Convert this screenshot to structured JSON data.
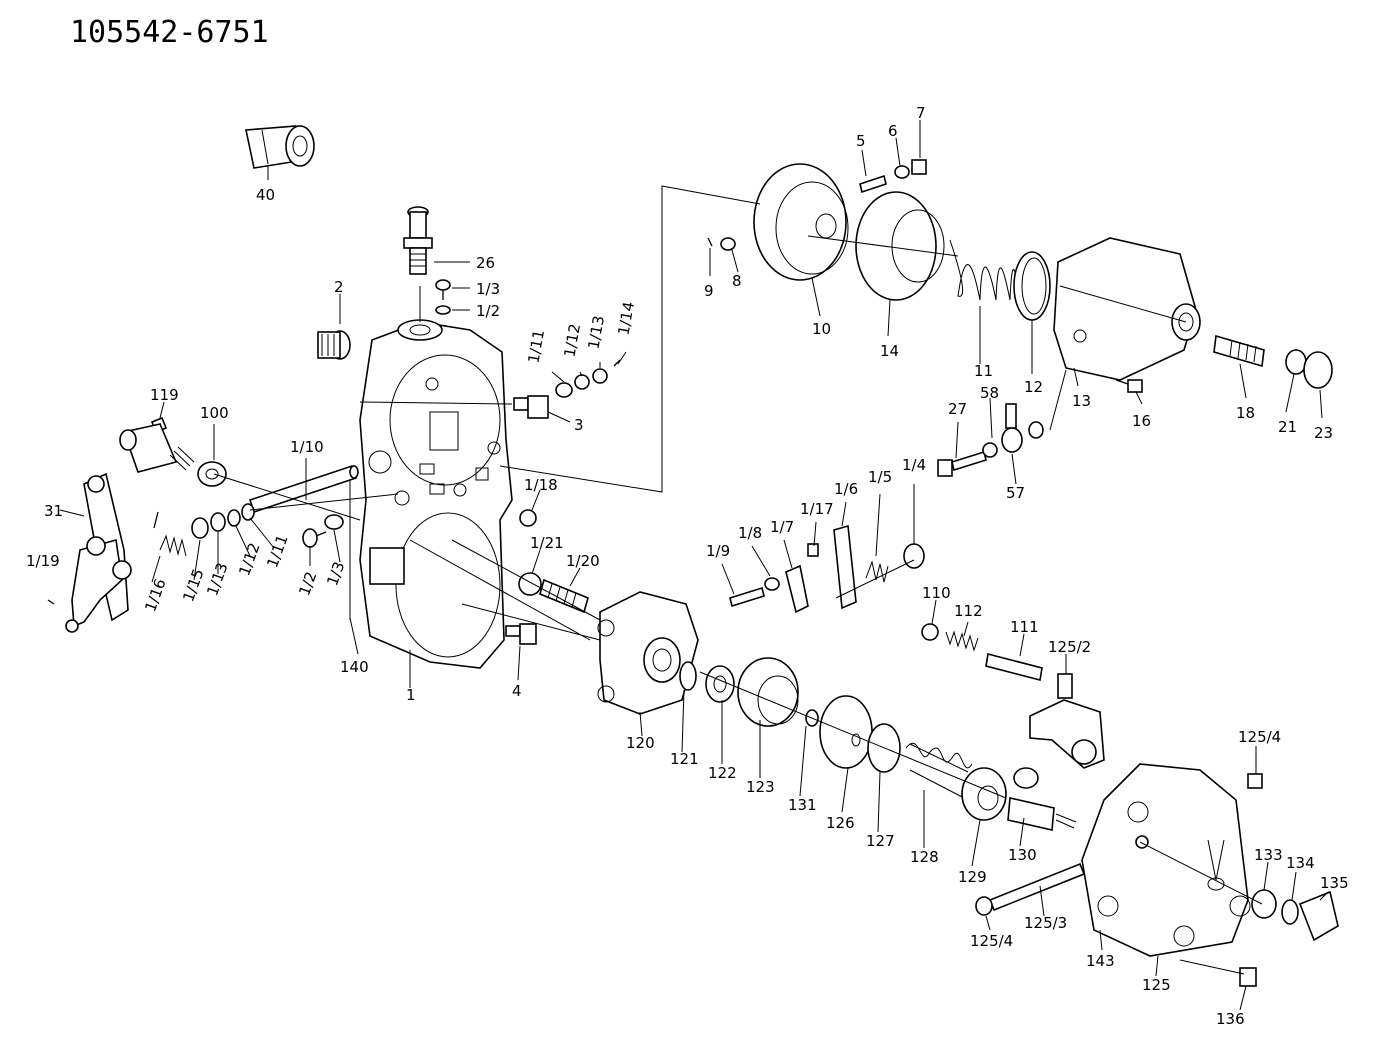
{
  "header": {
    "part_number": "105542-6751"
  },
  "callouts": [
    {
      "id": "c-40",
      "text": "40"
    },
    {
      "id": "c-26",
      "text": "26"
    },
    {
      "id": "c-1-3a",
      "text": "1/3"
    },
    {
      "id": "c-1-2a",
      "text": "1/2"
    },
    {
      "id": "c-2",
      "text": "2"
    },
    {
      "id": "c-1-11a",
      "text": "1/11"
    },
    {
      "id": "c-1-12a",
      "text": "1/12"
    },
    {
      "id": "c-1-13a",
      "text": "1/13"
    },
    {
      "id": "c-1-14",
      "text": "1/14"
    },
    {
      "id": "c-3",
      "text": "3"
    },
    {
      "id": "c-119",
      "text": "119"
    },
    {
      "id": "c-100",
      "text": "100"
    },
    {
      "id": "c-1-10",
      "text": "1/10"
    },
    {
      "id": "c-31",
      "text": "31"
    },
    {
      "id": "c-1-19",
      "text": "1/19"
    },
    {
      "id": "c-1-16",
      "text": "1/16"
    },
    {
      "id": "c-1-15",
      "text": "1/15"
    },
    {
      "id": "c-1-13b",
      "text": "1/13"
    },
    {
      "id": "c-1-12b",
      "text": "1/12"
    },
    {
      "id": "c-1-11b",
      "text": "1/11"
    },
    {
      "id": "c-1-2b",
      "text": "1/2"
    },
    {
      "id": "c-1-3b",
      "text": "1/3"
    },
    {
      "id": "c-140",
      "text": "140"
    },
    {
      "id": "c-1",
      "text": "1"
    },
    {
      "id": "c-1-18",
      "text": "1/18"
    },
    {
      "id": "c-1-21",
      "text": "1/21"
    },
    {
      "id": "c-1-20",
      "text": "1/20"
    },
    {
      "id": "c-4",
      "text": "4"
    },
    {
      "id": "c-5",
      "text": "5"
    },
    {
      "id": "c-6",
      "text": "6"
    },
    {
      "id": "c-7",
      "text": "7"
    },
    {
      "id": "c-9",
      "text": "9"
    },
    {
      "id": "c-8",
      "text": "8"
    },
    {
      "id": "c-10",
      "text": "10"
    },
    {
      "id": "c-14",
      "text": "14"
    },
    {
      "id": "c-11",
      "text": "11"
    },
    {
      "id": "c-12",
      "text": "12"
    },
    {
      "id": "c-13",
      "text": "13"
    },
    {
      "id": "c-16",
      "text": "16"
    },
    {
      "id": "c-18",
      "text": "18"
    },
    {
      "id": "c-21",
      "text": "21"
    },
    {
      "id": "c-23",
      "text": "23"
    },
    {
      "id": "c-27",
      "text": "27"
    },
    {
      "id": "c-58",
      "text": "58"
    },
    {
      "id": "c-57",
      "text": "57"
    },
    {
      "id": "c-1-9",
      "text": "1/9"
    },
    {
      "id": "c-1-8",
      "text": "1/8"
    },
    {
      "id": "c-1-7",
      "text": "1/7"
    },
    {
      "id": "c-1-17",
      "text": "1/17"
    },
    {
      "id": "c-1-6",
      "text": "1/6"
    },
    {
      "id": "c-1-5",
      "text": "1/5"
    },
    {
      "id": "c-1-4",
      "text": "1/4"
    },
    {
      "id": "c-110",
      "text": "110"
    },
    {
      "id": "c-112",
      "text": "112"
    },
    {
      "id": "c-111",
      "text": "111"
    },
    {
      "id": "c-125-2",
      "text": "125/2"
    },
    {
      "id": "c-120",
      "text": "120"
    },
    {
      "id": "c-121",
      "text": "121"
    },
    {
      "id": "c-122",
      "text": "122"
    },
    {
      "id": "c-123",
      "text": "123"
    },
    {
      "id": "c-131",
      "text": "131"
    },
    {
      "id": "c-126",
      "text": "126"
    },
    {
      "id": "c-127",
      "text": "127"
    },
    {
      "id": "c-128",
      "text": "128"
    },
    {
      "id": "c-129",
      "text": "129"
    },
    {
      "id": "c-130",
      "text": "130"
    },
    {
      "id": "c-125-4a",
      "text": "125/4"
    },
    {
      "id": "c-133",
      "text": "133"
    },
    {
      "id": "c-134",
      "text": "134"
    },
    {
      "id": "c-135",
      "text": "135"
    },
    {
      "id": "c-125-4b",
      "text": "125/4"
    },
    {
      "id": "c-125-3",
      "text": "125/3"
    },
    {
      "id": "c-143",
      "text": "143"
    },
    {
      "id": "c-125",
      "text": "125"
    },
    {
      "id": "c-136",
      "text": "136"
    }
  ]
}
